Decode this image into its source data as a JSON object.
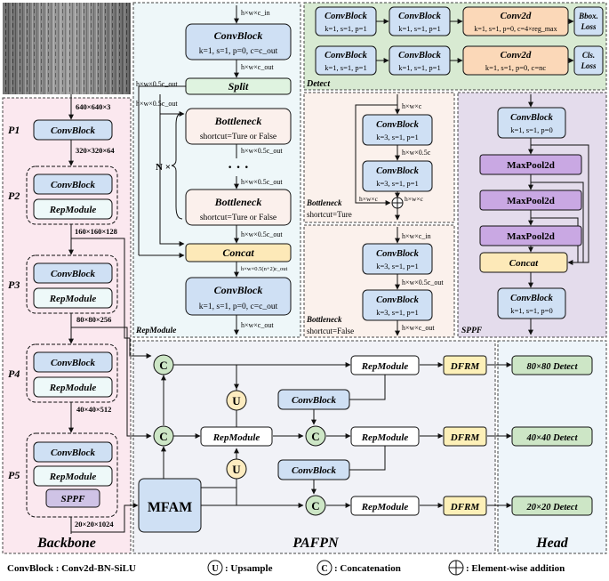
{
  "backbone": {
    "title": "Backbone",
    "stages": [
      "P1",
      "P2",
      "P3",
      "P4",
      "P5"
    ],
    "dims": [
      "640×640×3",
      "320×320×64",
      "160×160×128",
      "80×80×256",
      "40×40×512",
      "20×20×1024"
    ],
    "convblock": "ConvBlock",
    "repmodule": "RepModule",
    "sppf": "SPPF"
  },
  "repmodule_panel": {
    "title": "RepModule",
    "in_dim": "h×w×c_in",
    "convblock": "ConvBlock",
    "conv_params_top": "k=1, s=1, p=0, c=c_out",
    "dim_after_conv": "h×w×c_out",
    "split": "Split",
    "half_dim": "h×w×0.5c_out",
    "bottleneck": "Bottleneck",
    "shortcut": "shortcut=Ture or False",
    "n_label": "N ×",
    "dots": "· · ·",
    "concat": "Concat",
    "concat_dim": "h×w×0.5(n+2)c_out",
    "conv_params_bottom": "k=1, s=1, p=0, c=c_out",
    "out_dim": "h×w×c_out"
  },
  "detect_panel": {
    "title": "Detect",
    "convblock": "ConvBlock",
    "conv_params": "k=1, s=1, p=1",
    "conv2d": "Conv2d",
    "conv2d_params_box": "k=1, s=1, p=0, c=4×reg_max",
    "conv2d_params_cls": "k=1, s=1, p=0, c=nc",
    "bbox_loss": [
      "Bbox.",
      "Loss"
    ],
    "cls_loss": [
      "Cls.",
      "Loss"
    ]
  },
  "bottleneck_true": {
    "title": "Bottleneck",
    "shortcut": "shortcut=Ture",
    "in_dim": "h×w×c",
    "convblock": "ConvBlock",
    "params1": "k=3, s=1, p=1",
    "mid_dim": "h×w×0.5c",
    "params2": "k=3, s=1, p=1",
    "side_dim": "h×w×c",
    "out_dim": "h×w×c"
  },
  "bottleneck_false": {
    "title": "Bottleneck",
    "shortcut": "shortcut=False",
    "in_dim": "h×w×c_in",
    "convblock": "ConvBlock",
    "params1": "k=3, s=1, p=1",
    "mid_dim": "h×w×0.5c_out",
    "params2": "k=3, s=1, p=1",
    "out_dim": "h×w×c_out"
  },
  "sppf_panel": {
    "title": "SPPF",
    "convblock": "ConvBlock",
    "params": "k=1, s=1, p=0",
    "maxpool": "MaxPool2d",
    "concat": "Concat"
  },
  "pafpn": {
    "title": "PAFPN",
    "mfam": "MFAM",
    "repmodule": "RepModule",
    "convblock": "ConvBlock",
    "dfrm": "DFRM",
    "c_symbol": "C",
    "u_symbol": "U"
  },
  "head": {
    "title": "Head",
    "detects": [
      "80×80 Detect",
      "40×40 Detect",
      "20×20 Detect"
    ]
  },
  "legend": {
    "convblock_def": "ConvBlock : Conv2d-BN-SiLU",
    "upsample": ": Upsample",
    "concatenation": ": Concatenation",
    "addition": ": Element-wise addition"
  }
}
